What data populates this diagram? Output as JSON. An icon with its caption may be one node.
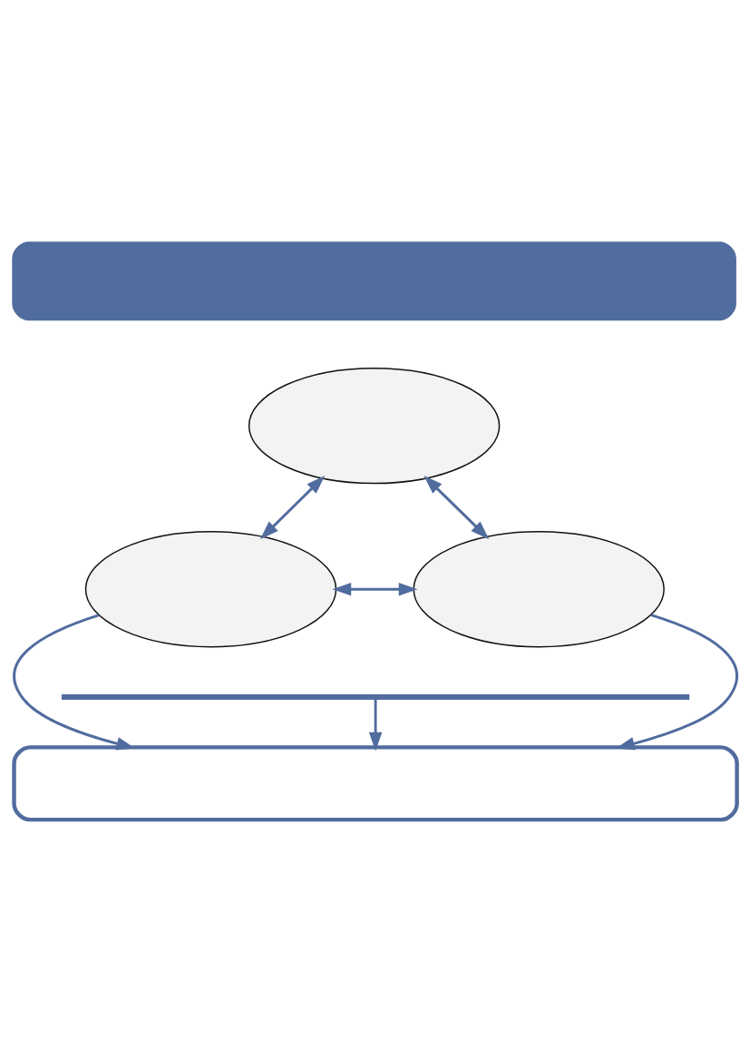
{
  "diagram": {
    "nodes": [
      {
        "text": [],
        "shape": "box"
      },
      {
        "text": [],
        "shape": "ellipse"
      },
      {
        "text": [],
        "shape": "ellipse"
      },
      {
        "text": [],
        "shape": "ellipse"
      },
      {
        "text": [],
        "shape": "bar"
      },
      {
        "text": [],
        "shape": "box"
      }
    ],
    "edges": [
      {
        "from": 1,
        "to": 2,
        "arrow": "both"
      },
      {
        "from": 1,
        "to": 3,
        "arrow": "both"
      },
      {
        "from": 2,
        "to": 3,
        "arrow": "both"
      },
      {
        "from": 2,
        "to": 5,
        "arrow": "to"
      },
      {
        "from": 4,
        "to": 5,
        "arrow": "to"
      },
      {
        "from": 3,
        "to": 5,
        "arrow": "to"
      }
    ]
  }
}
